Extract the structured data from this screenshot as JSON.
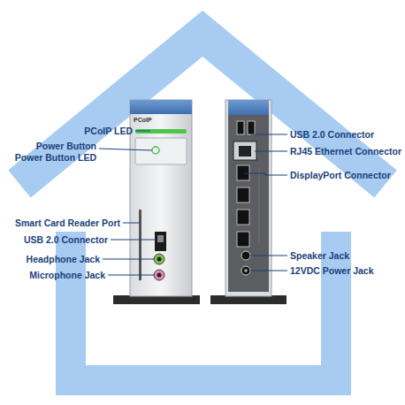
{
  "diagram": {
    "labels": [
      "PCoIP",
      "PCoIP LED",
      "Power Button",
      "Power Button LED",
      "Smart Card Reader Port",
      "USB 2.0 Connector",
      "Headphone Jack",
      "Microphone Jack",
      "USB 2.0 Connector",
      "RJ45 Ethernet Connector",
      "DisplayPort Connector",
      "Speaker Jack",
      "12VDC Power Jack"
    ]
  }
}
